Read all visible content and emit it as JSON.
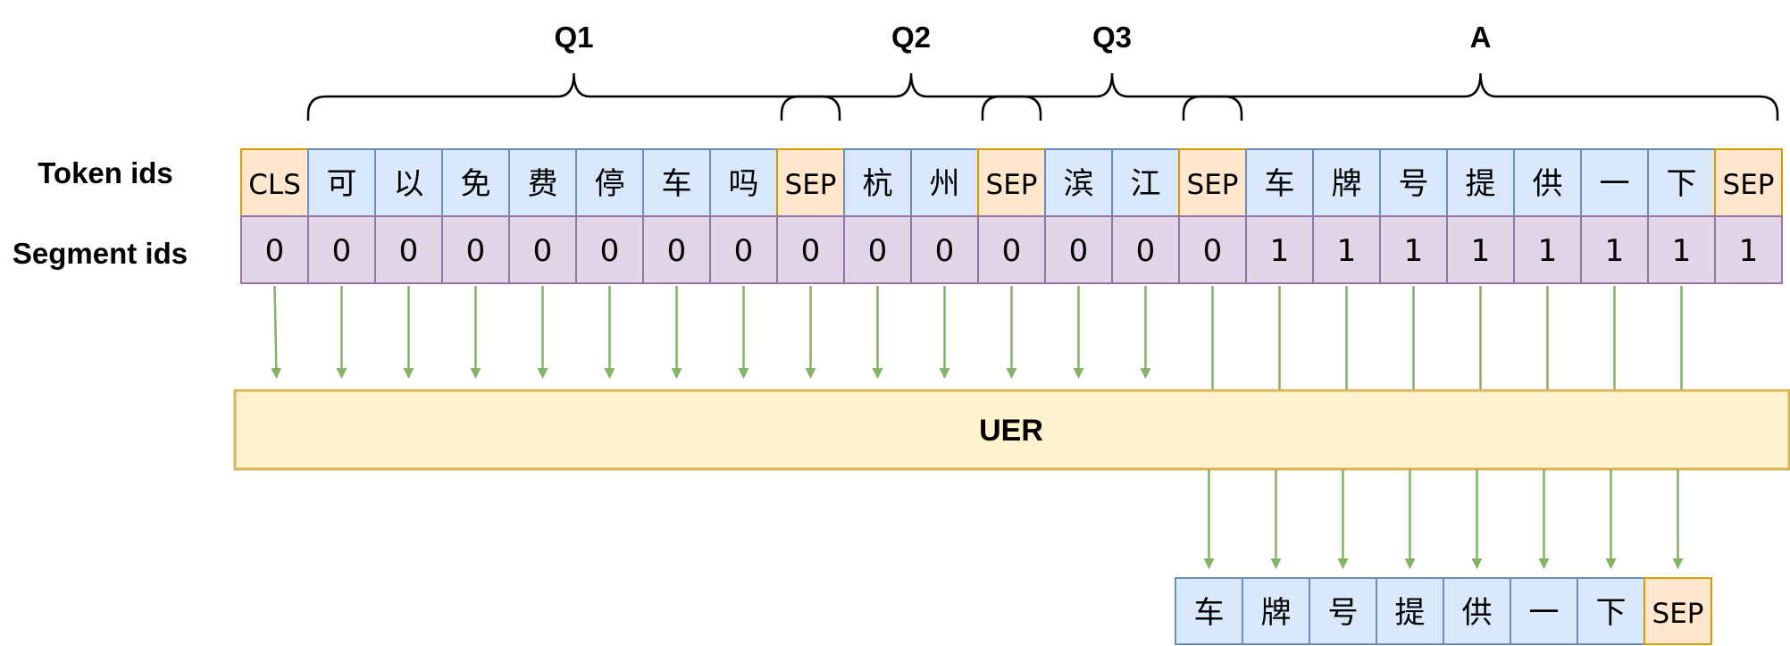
{
  "labels": {
    "token_ids": "Token ids",
    "segment_ids": "Segment ids",
    "model": "UER"
  },
  "groups": [
    {
      "label": "Q1",
      "start": 1,
      "end": 8
    },
    {
      "label": "Q2",
      "start": 9,
      "end": 11
    },
    {
      "label": "Q3",
      "start": 12,
      "end": 14
    },
    {
      "label": "A",
      "start": 15,
      "end": 22
    }
  ],
  "tokens": [
    "CLS",
    "可",
    "以",
    "免",
    "费",
    "停",
    "车",
    "吗",
    "SEP",
    "杭",
    "州",
    "SEP",
    "滨",
    "江",
    "SEP",
    "车",
    "牌",
    "号",
    "提",
    "供",
    "一",
    "下",
    "SEP"
  ],
  "segments": [
    "0",
    "0",
    "0",
    "0",
    "0",
    "0",
    "0",
    "0",
    "0",
    "0",
    "0",
    "0",
    "0",
    "0",
    "0",
    "1",
    "1",
    "1",
    "1",
    "1",
    "1",
    "1",
    "1"
  ],
  "output_tokens": [
    "车",
    "牌",
    "号",
    "提",
    "供",
    "一",
    "下",
    "SEP"
  ],
  "colors": {
    "normal_fill": "#dae8fc",
    "normal_stroke": "#6c8ebf",
    "special_fill": "#ffe6cc",
    "special_stroke": "#d79b00",
    "segment_fill": "#e1d5e7",
    "segment_stroke": "#9673a6",
    "model_fill": "#fff2cc",
    "model_stroke": "#d6b656",
    "arrow": "#82b366"
  }
}
